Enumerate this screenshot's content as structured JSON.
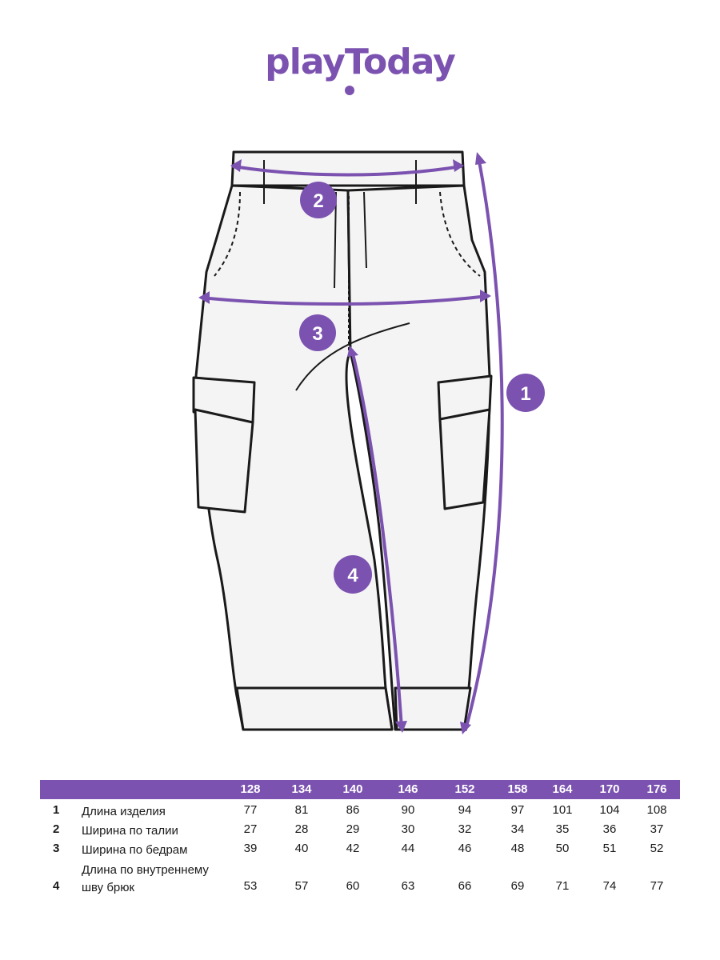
{
  "brand": {
    "logo_text": "playToday"
  },
  "diagram": {
    "markers": [
      "1",
      "2",
      "3",
      "4"
    ],
    "accent_color": "#7b52b0"
  },
  "size_table": {
    "sizes": [
      "128",
      "134",
      "140",
      "146",
      "152",
      "158",
      "164",
      "170",
      "176"
    ],
    "rows": [
      {
        "num": "1",
        "label": "Длина изделия",
        "values": [
          "77",
          "81",
          "86",
          "90",
          "94",
          "97",
          "101",
          "104",
          "108"
        ]
      },
      {
        "num": "2",
        "label": "Ширина по талии",
        "values": [
          "27",
          "28",
          "29",
          "30",
          "32",
          "34",
          "35",
          "36",
          "37"
        ]
      },
      {
        "num": "3",
        "label": "Ширина по бедрам",
        "values": [
          "39",
          "40",
          "42",
          "44",
          "46",
          "48",
          "50",
          "51",
          "52"
        ]
      },
      {
        "num": "4",
        "label": "Длина по внутреннему шву брюк",
        "values": [
          "53",
          "57",
          "60",
          "63",
          "66",
          "69",
          "71",
          "74",
          "77"
        ]
      }
    ]
  }
}
